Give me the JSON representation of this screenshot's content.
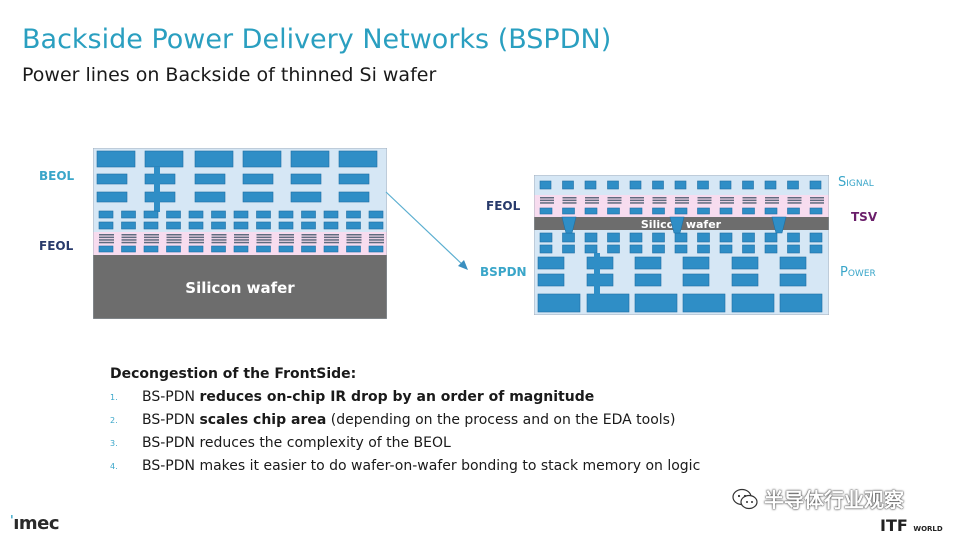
{
  "title": "Backside Power Delivery Networks (BSPDN)",
  "subtitle": "Power lines on Backside of thinned Si wafer",
  "left": {
    "beol_label": "BEOL",
    "feol_label": "FEOL",
    "wafer_label": "Silicon wafer"
  },
  "right": {
    "feol_label": "FEOL",
    "bspdn_label": "BSPDN",
    "signal_label": "Signal",
    "tsv_label": "TSV",
    "power_label": "Power",
    "wafer_label": "Silicon wafer"
  },
  "bullets": {
    "heading": "Decongestion of the FrontSide:",
    "items": [
      {
        "num": "1.",
        "pre": "BS-PDN ",
        "bold": "reduces on-chip IR drop by an order of magnitude",
        "post": ""
      },
      {
        "num": "2.",
        "pre": "BS-PDN ",
        "bold": "scales chip area",
        "post": " (depending on the process and on the EDA tools)"
      },
      {
        "num": "3.",
        "pre": "BS-PDN reduces the complexity of the BEOL",
        "bold": "",
        "post": ""
      },
      {
        "num": "4.",
        "pre": "BS-PDN makes it easier to do wafer-on-wafer bonding to stack memory on logic",
        "bold": "",
        "post": ""
      }
    ]
  },
  "footer": {
    "imec": "ımec",
    "watermark": "半导体行业观察",
    "itf": "ITF",
    "itf_sub": "WORLD"
  },
  "colors": {
    "title": "#2a9fc0",
    "metal": "#2f8ec6",
    "dielectric": "#d6e7f5",
    "feol_band": "#f7dcef",
    "wafer": "#6d6d6d"
  }
}
